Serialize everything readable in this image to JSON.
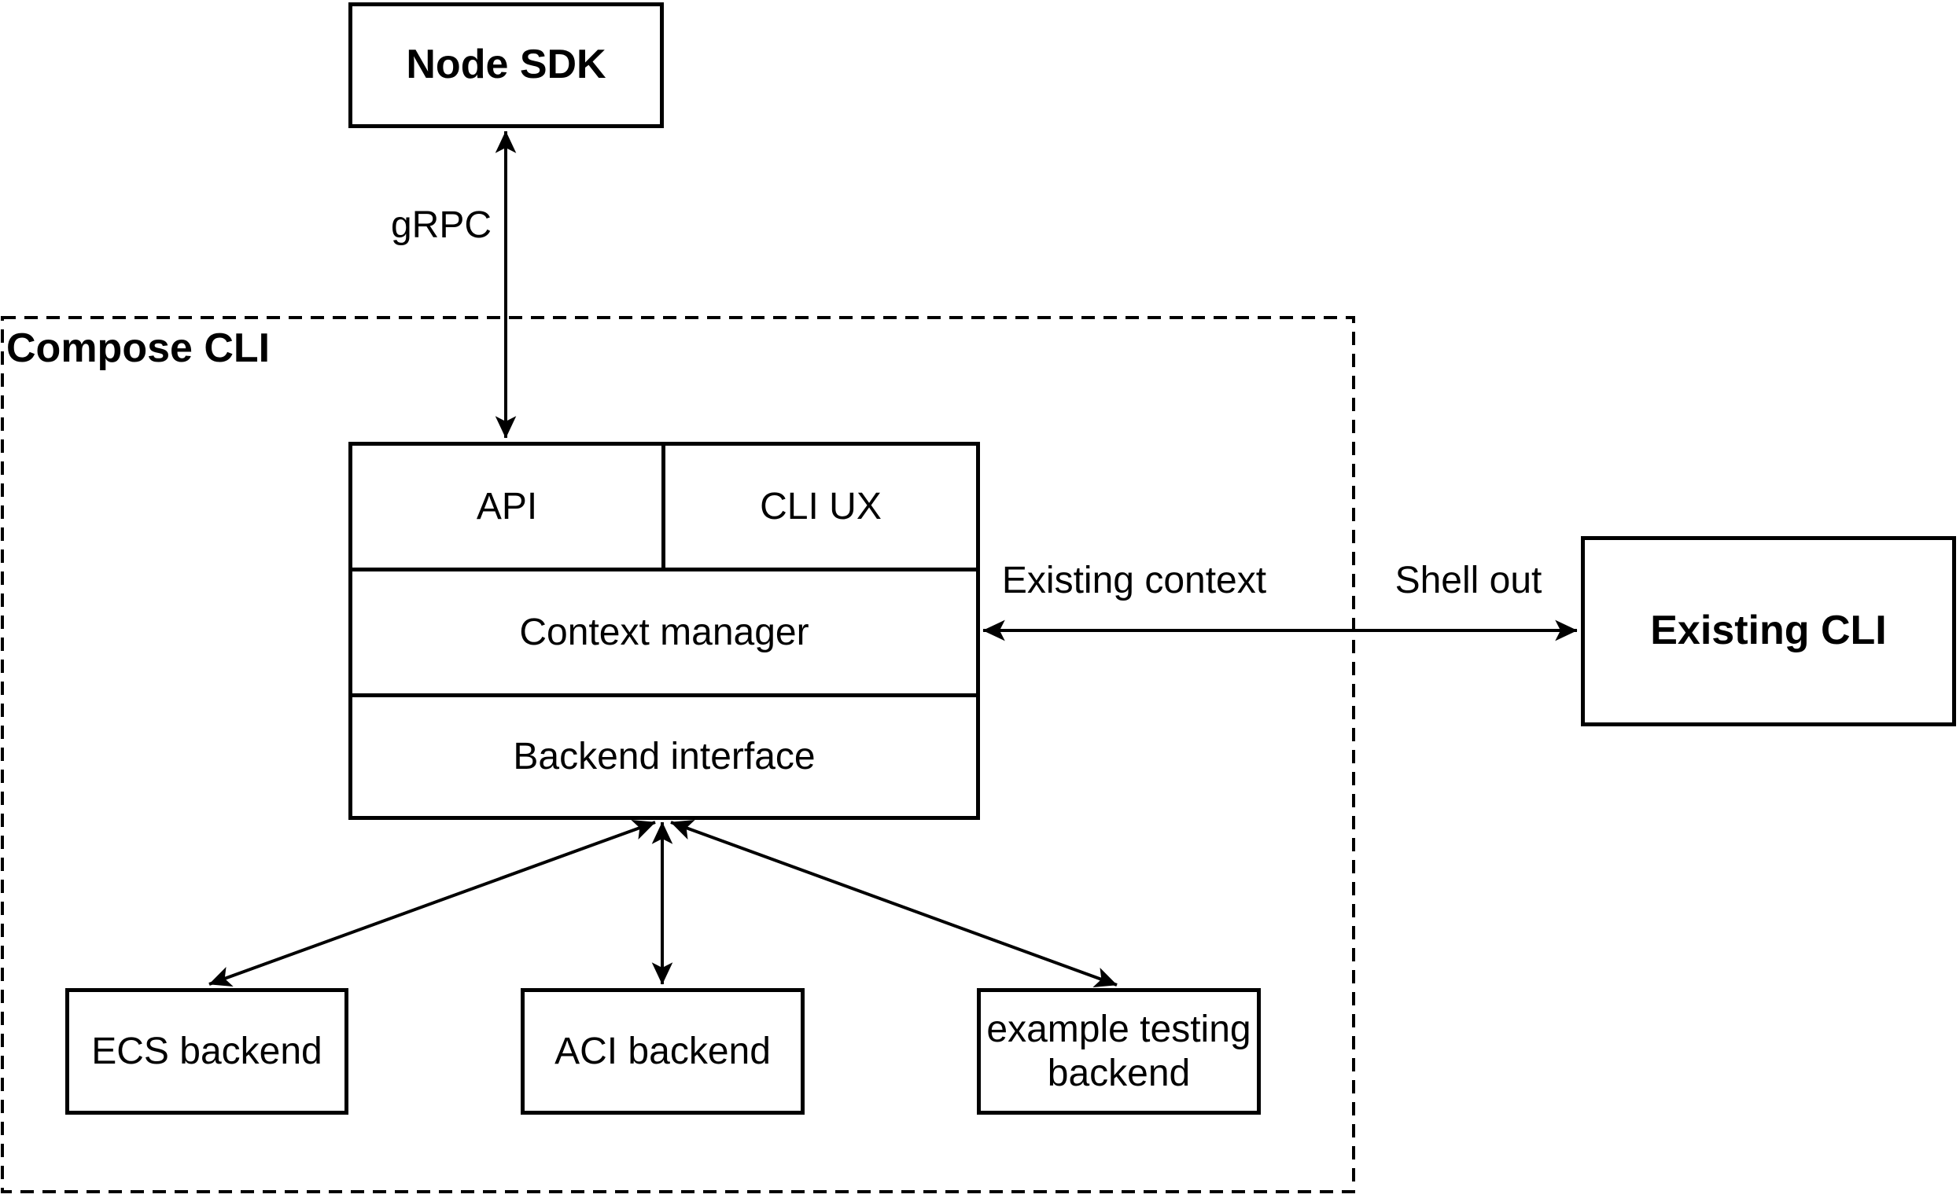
{
  "diagram": {
    "background": "#ffffff",
    "stroke_color": "#000000",
    "nodes": {
      "node_sdk": {
        "label": "Node SDK"
      },
      "compose_cli_container": {
        "label": "Compose CLI"
      },
      "api": {
        "label": "API"
      },
      "cli_ux": {
        "label": "CLI UX"
      },
      "context_manager": {
        "label": "Context manager"
      },
      "backend_interface": {
        "label": "Backend interface"
      },
      "ecs_backend": {
        "label": "ECS backend"
      },
      "aci_backend": {
        "label": "ACI backend"
      },
      "example_testing_backend": {
        "label": "example testing backend"
      },
      "existing_cli": {
        "label": "Existing CLI"
      }
    },
    "edge_labels": {
      "grpc": "gRPC",
      "existing_context": "Existing context",
      "shell_out": "Shell out"
    },
    "edges": [
      {
        "from": "node_sdk",
        "to": "api",
        "label": "gRPC",
        "style": "double-arrow"
      },
      {
        "from": "context_manager",
        "to": "existing_cli",
        "labels": [
          "Existing context",
          "Shell out"
        ],
        "style": "double-arrow"
      },
      {
        "from": "backend_interface",
        "to": "ecs_backend",
        "style": "double-arrow"
      },
      {
        "from": "backend_interface",
        "to": "aci_backend",
        "style": "double-arrow"
      },
      {
        "from": "backend_interface",
        "to": "example_testing_backend",
        "style": "double-arrow"
      }
    ]
  }
}
